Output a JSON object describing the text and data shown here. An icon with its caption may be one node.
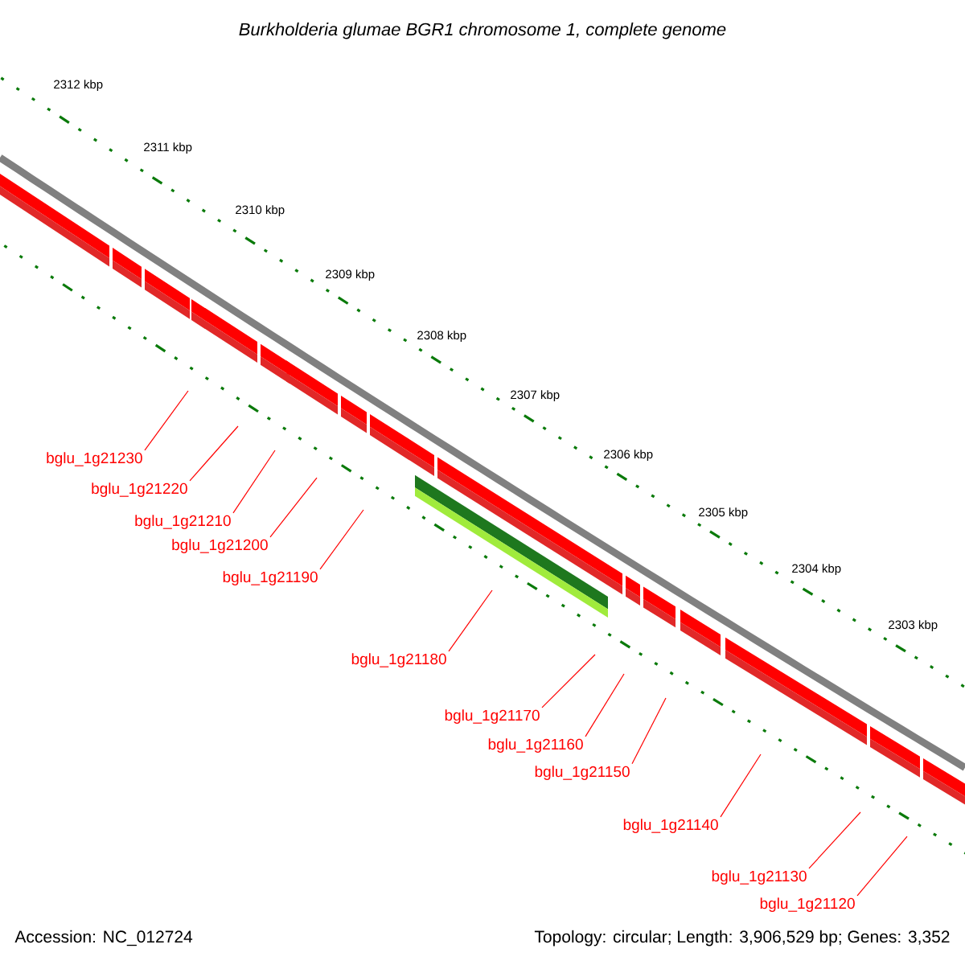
{
  "diagram": {
    "title": "Burkholderia glumae BGR1 chromosome 1, complete genome",
    "nodes": [
      {
        "text": [
          "bglu_1g21230"
        ]
      },
      {
        "text": [
          "bglu_1g21220"
        ]
      },
      {
        "text": [
          "bglu_1g21210"
        ]
      },
      {
        "text": [
          "bglu_1g21200"
        ]
      },
      {
        "text": [
          "bglu_1g21190"
        ]
      },
      {
        "text": [
          "bglu_1g21180"
        ]
      },
      {
        "text": [
          "bglu_1g21170"
        ]
      },
      {
        "text": [
          "bglu_1g21160"
        ]
      },
      {
        "text": [
          "bglu_1g21150"
        ]
      },
      {
        "text": [
          "bglu_1g21140"
        ]
      },
      {
        "text": [
          "bglu_1g21130"
        ]
      },
      {
        "text": [
          "bglu_1g21120"
        ]
      }
    ],
    "edges": [
      {
        "from": 0,
        "to": null,
        "arrow": "none"
      },
      {
        "from": 1,
        "to": null,
        "arrow": "none"
      },
      {
        "from": 2,
        "to": null,
        "arrow": "none"
      },
      {
        "from": 3,
        "to": null,
        "arrow": "none"
      },
      {
        "from": 4,
        "to": null,
        "arrow": "none"
      },
      {
        "from": 5,
        "to": null,
        "arrow": "none"
      },
      {
        "from": 6,
        "to": null,
        "arrow": "none"
      },
      {
        "from": 7,
        "to": null,
        "arrow": "none"
      },
      {
        "from": 8,
        "to": null,
        "arrow": "none"
      },
      {
        "from": 9,
        "to": null,
        "arrow": "none"
      },
      {
        "from": 10,
        "to": null,
        "arrow": "none"
      },
      {
        "from": 11,
        "to": null,
        "arrow": "none"
      }
    ],
    "labels": [
      "2312 kbp",
      "2311 kbp",
      "2310 kbp",
      "2309 kbp",
      "2308 kbp",
      "2307 kbp",
      "2306 kbp",
      "2305 kbp",
      "2304 kbp",
      "2303 kbp",
      "Accession: NC_012724",
      "Topology: circular; Length: 3,906,529 bp; Genes: 3,352"
    ]
  }
}
